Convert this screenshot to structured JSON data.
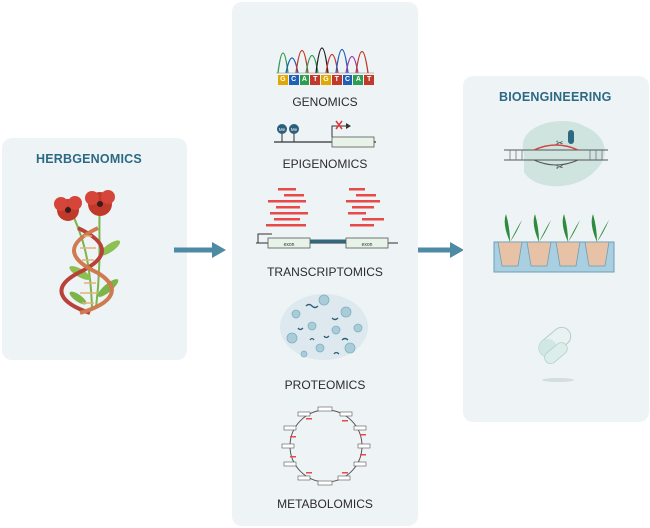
{
  "panels": {
    "left": {
      "title": "HERBGENOMICS"
    },
    "middle": {
      "items": [
        "GENOMICS",
        "EPIGENOMICS",
        "TRANSCRIPTOMICS",
        "PROTEOMICS",
        "METABOLOMICS"
      ]
    },
    "right": {
      "title": "BIOENGINEERING"
    }
  },
  "genomics": {
    "bases": [
      "G",
      "C",
      "A",
      "T",
      "G",
      "T",
      "C",
      "A",
      "T"
    ]
  },
  "epigenomics": {
    "marks": [
      "Me",
      "Me"
    ]
  },
  "transcriptomics": {
    "exons": [
      "exon",
      "exon"
    ]
  },
  "colors": {
    "panel": "#eef3f6",
    "heading": "#2c6a84",
    "arrow": "#4d8aa4",
    "read": "#e84a4a",
    "dna": "#b8413a",
    "leaf": "#7bb54a",
    "capsule": "#cfe8e3"
  }
}
